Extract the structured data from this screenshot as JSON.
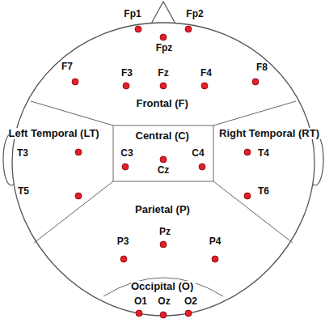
{
  "diagram": {
    "nodes": [
      {
        "text": [
          "Frontal (F)"
        ]
      },
      {
        "text": [
          "Left Temporal (LT)"
        ]
      },
      {
        "text": [
          "Central (C)"
        ]
      },
      {
        "text": [
          "Right Temporal (RT)"
        ]
      },
      {
        "text": [
          "Parietal (P)"
        ]
      },
      {
        "text": [
          "Occipital (O)"
        ]
      }
    ],
    "labels": [
      "Fp1",
      "Fp2",
      "Fpz",
      "F7",
      "F3",
      "Fz",
      "F4",
      "F8",
      "T3",
      "C3",
      "C4",
      "T4",
      "Cz",
      "T5",
      "T6",
      "Pz",
      "P3",
      "P4",
      "O1",
      "Oz",
      "O2"
    ]
  }
}
